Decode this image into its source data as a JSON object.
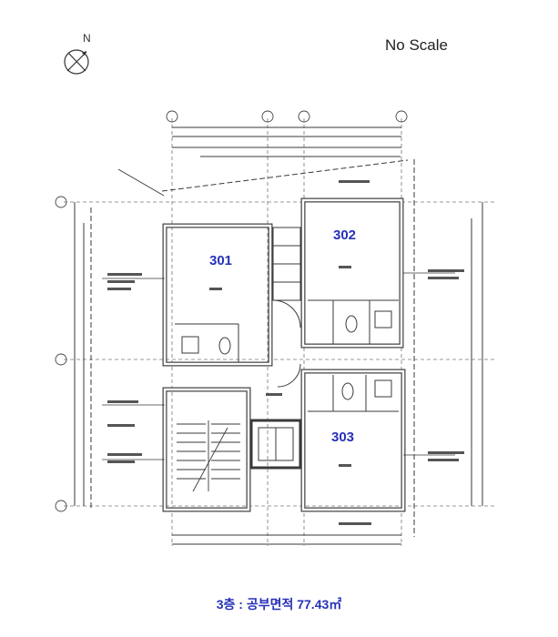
{
  "header": {
    "north_label": "N",
    "scale_label": "No Scale"
  },
  "rooms": [
    {
      "id": "301"
    },
    {
      "id": "302"
    },
    {
      "id": "303"
    }
  ],
  "caption": "3층 : 공부면적 77.43㎡",
  "colors": {
    "line": "#3a3a3a",
    "accent": "#2631b8"
  }
}
